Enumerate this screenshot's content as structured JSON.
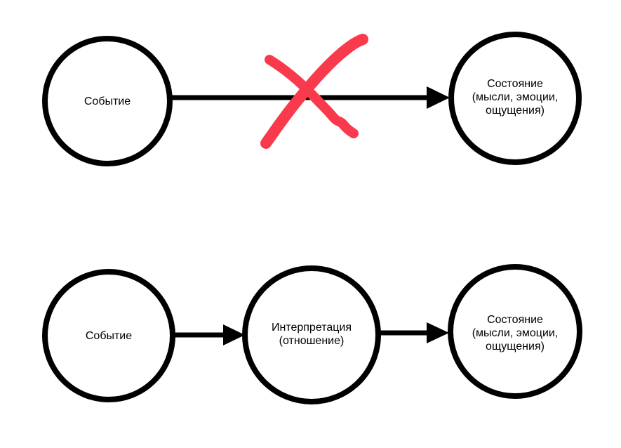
{
  "colors": {
    "background": "#ffffff",
    "shape_stroke": "#000000",
    "arrow": "#000000",
    "text": "#000000",
    "cross": "#f93a4c"
  },
  "icons": {
    "cross_out_icon": "red-hand-drawn-x"
  },
  "diagram": {
    "top_row": {
      "event": {
        "label": "Событие"
      },
      "state": {
        "line1": "Состояние",
        "line2": "(мысли, эмоции,",
        "line3": "ощущения)"
      }
    },
    "bottom_row": {
      "event": {
        "label": "Событие"
      },
      "interpretation": {
        "line1": "Интерпретация",
        "line2": "(отношение)"
      },
      "state": {
        "line1": "Состояние",
        "line2": "(мысли, эмоции,",
        "line3": "ощущения)"
      }
    }
  }
}
